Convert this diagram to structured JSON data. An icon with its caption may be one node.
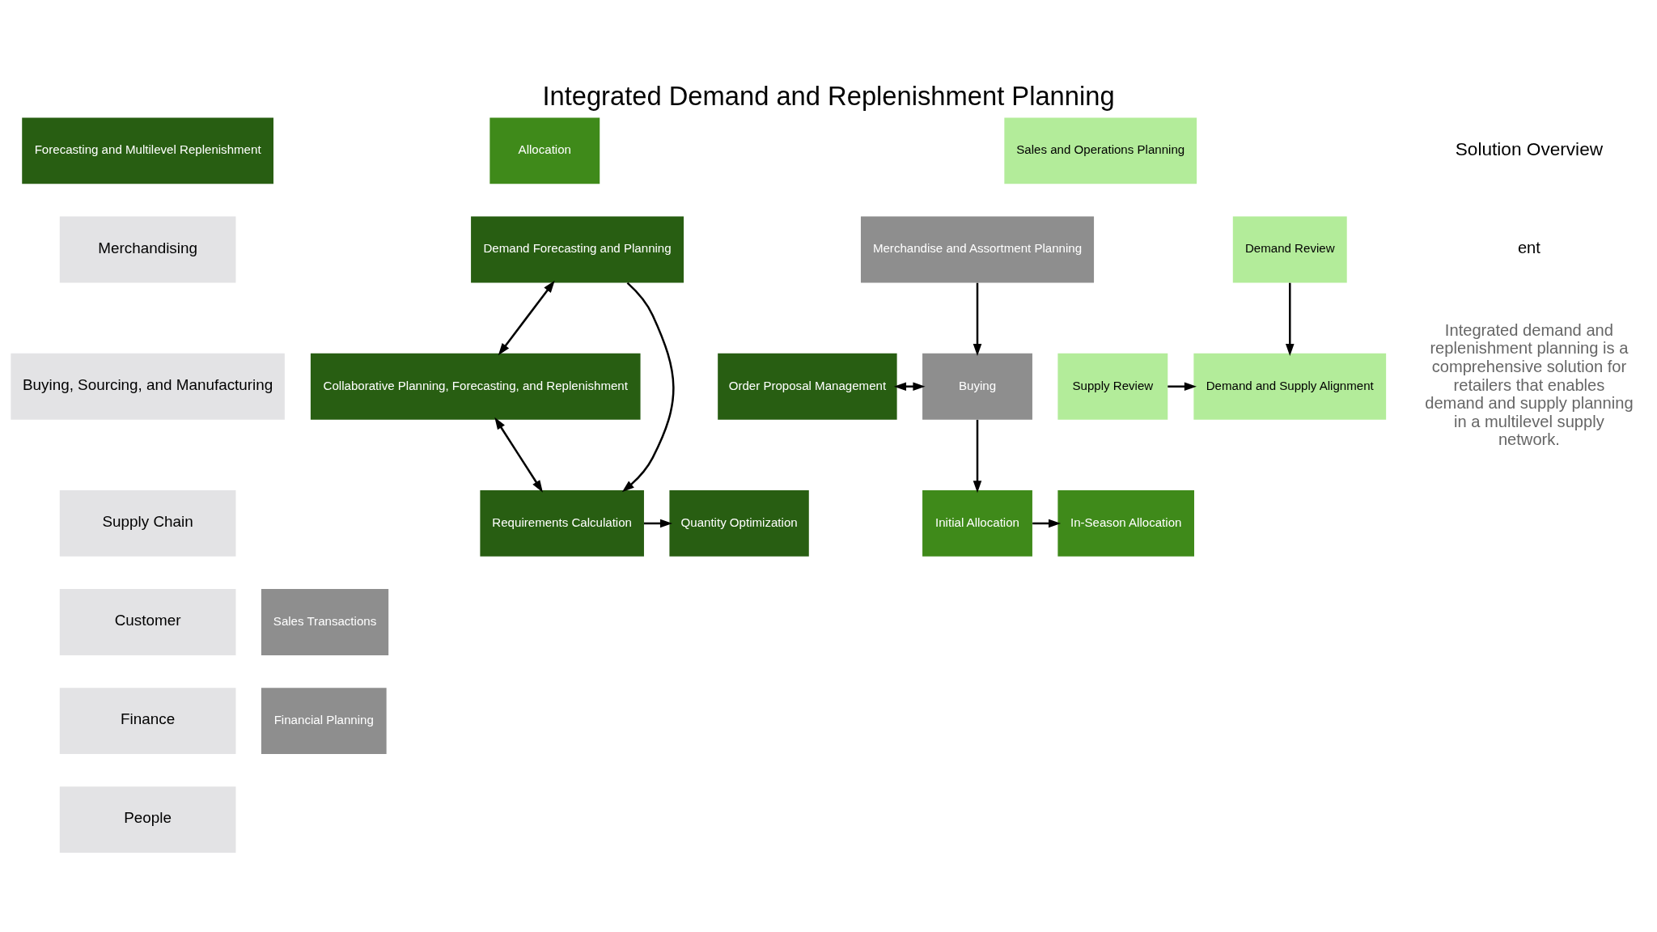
{
  "diagram": {
    "title": "Integrated Demand and Replenishment Planning",
    "nodes": [
      {
        "text": [
          "Forecasting and Multilevel Replenishment"
        ]
      },
      {
        "text": [
          "Allocation"
        ]
      },
      {
        "text": [
          "Sales and Operations Planning"
        ]
      },
      {
        "text": [
          "Merchandising"
        ]
      },
      {
        "text": [
          "Collaborative Planning, Forecasting, and Replenishment"
        ]
      },
      {
        "text": [
          "Demand Forecasting and Planning"
        ]
      },
      {
        "text": [
          "Merchandise and Assortment Planning"
        ]
      },
      {
        "text": [
          "Demand Review"
        ]
      },
      {
        "text": [
          "Demand and Supply Alignment"
        ]
      },
      {
        "text": [
          "Buying, Sourcing, and Manufacturing"
        ]
      },
      {
        "text": [
          "Order Proposal Management"
        ]
      },
      {
        "text": [
          "Buying"
        ]
      },
      {
        "text": [
          "Supply Review"
        ]
      },
      {
        "text": [
          "Supply Chain"
        ]
      },
      {
        "text": [
          "Requirements Calculation"
        ]
      },
      {
        "text": [
          "Quantity Optimization"
        ]
      },
      {
        "text": [
          "Initial Allocation"
        ]
      },
      {
        "text": [
          "In-Season Allocation"
        ]
      },
      {
        "text": [
          "Customer"
        ]
      },
      {
        "text": [
          "Sales Transactions"
        ]
      },
      {
        "text": [
          "Finance"
        ]
      },
      {
        "text": [
          "Financial Planning"
        ]
      },
      {
        "text": [
          "People"
        ]
      }
    ],
    "edges": [
      {
        "from": 4,
        "to": 5,
        "arrow": "both"
      },
      {
        "from": 5,
        "to": 14,
        "arrow": "to"
      },
      {
        "from": 4,
        "to": 14,
        "arrow": "both"
      },
      {
        "from": 14,
        "to": 15,
        "arrow": "to"
      },
      {
        "from": 10,
        "to": 11,
        "arrow": "both"
      },
      {
        "from": 6,
        "to": 11,
        "arrow": "to"
      },
      {
        "from": 11,
        "to": 16,
        "arrow": "to"
      },
      {
        "from": 16,
        "to": 17,
        "arrow": "to"
      },
      {
        "from": 7,
        "to": 8,
        "arrow": "to"
      },
      {
        "from": 12,
        "to": 8,
        "arrow": "to"
      }
    ],
    "labels": [
      "Solution Overview",
      "ent",
      "Integrated demand and replenishment planning is a comprehensive solution for retailers that enables demand and supply planning in a multilevel supply network."
    ]
  }
}
